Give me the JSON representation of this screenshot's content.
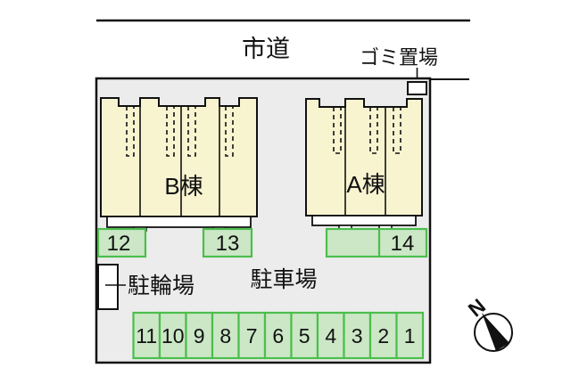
{
  "labels": {
    "road": "市道",
    "garbage": "ゴミ置場",
    "building_b": "B棟",
    "building_a": "A棟",
    "bicycle": "駐輪場",
    "parking_lot": "駐車場",
    "north": "N"
  },
  "parking": {
    "space_12": "12",
    "space_13": "13",
    "space_14": "14",
    "row": [
      "11",
      "10",
      "9",
      "8",
      "7",
      "6",
      "5",
      "4",
      "3",
      "2",
      "1"
    ]
  },
  "colors": {
    "site_fill": "#ececec",
    "building_fill": "#f8f4d0",
    "green_fill": "#cbe7c6",
    "green_border": "#4cbe4c",
    "outline": "#111111",
    "background": "#ffffff"
  }
}
